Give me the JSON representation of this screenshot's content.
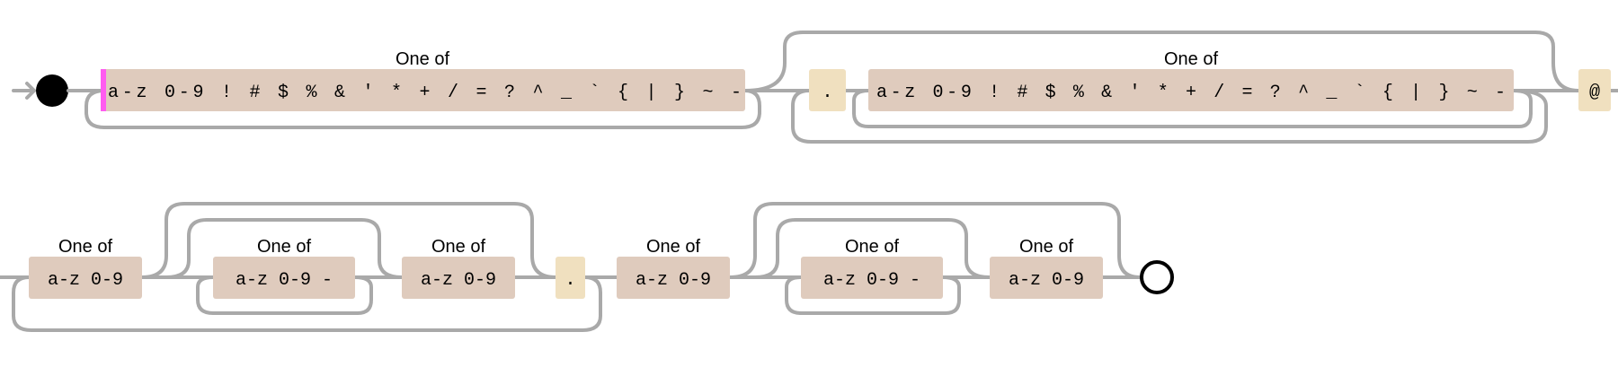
{
  "diagram": {
    "one_of_label": "One of",
    "row1": {
      "local_charset": "a-z 0-9 ! # $ % & ' * + / = ? ^ _ ` { | } ~ -",
      "dot": ".",
      "local_charset_repeat": "a-z 0-9 ! # $ % & ' * + / = ? ^ _ ` { | } ~ -",
      "at": "@"
    },
    "row2": {
      "label_start": "a-z 0-9",
      "label_middle": "a-z 0-9 -",
      "label_end": "a-z 0-9",
      "dot": ".",
      "tld_start": "a-z 0-9",
      "tld_middle": "a-z 0-9 -",
      "tld_end": "a-z 0-9"
    }
  },
  "colors": {
    "wire": "#a9a9a9",
    "charset_box": "#dfcbbd",
    "literal_box": "#f0e0bf",
    "cursor": "#ff5cf0"
  }
}
